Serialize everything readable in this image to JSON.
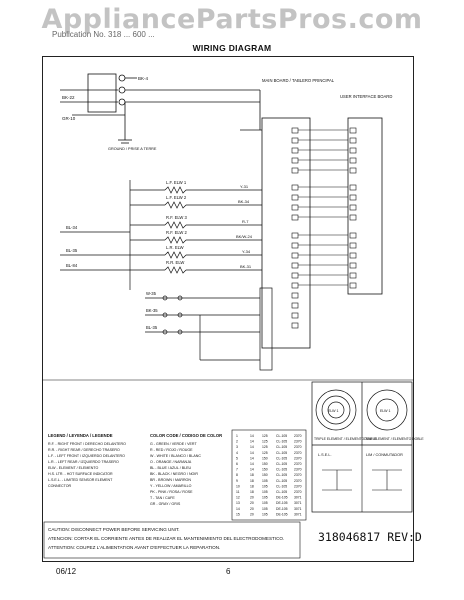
{
  "watermark": "AppliancePartsPros.com",
  "header": {
    "page_caption": "Publication No. 318 ... 600 ..."
  },
  "title": "WIRING DIAGRAM",
  "doc_number": "318046817 REV:D",
  "footer": {
    "date": "06/12",
    "page": "6"
  },
  "supply_labels": [
    "BK-4",
    "BK-22",
    "GR-10"
  ],
  "ground_label": "GROUND / PRISE A TERRE",
  "board_labels": {
    "main_board": "MAIN BOARD / TABLERO PRINCIPAL",
    "ui_board": "USER INTERFACE BOARD"
  },
  "elements": [
    {
      "name": "L.F. ELW 1",
      "wire": "Y-31"
    },
    {
      "name": "L.F. ELW 2",
      "wire": "BK-34"
    },
    {
      "name": "R.F. ELW 2",
      "wire": "BK/W-24"
    },
    {
      "name": "R.F. ELW 3",
      "wire": "R-7"
    },
    {
      "name": "L.R. ELW",
      "wire": "Y-34"
    },
    {
      "name": "R.R. ELW",
      "wire": "BK-31"
    }
  ],
  "left_wires": [
    "BL-34",
    "BL-35",
    "BL-84"
  ],
  "lower_switches": [
    "W-35",
    "BK-35",
    "BL-35"
  ],
  "caution_lines": [
    "CAUTION: DISCONNECT POWER BEFORE SERVICING UNIT.",
    "ATENCION: CORTAR EL CORRIENTE ANTES DE REALIZAR EL MANTENIMIENTO DEL ELECTRODOMESTICO.",
    "ATTENTION: COUPEZ L'ALIMENTATION AVANT D'EFFECTUER LA REPARATION."
  ],
  "legend_title": "LEGEND / LEYENDA / LEGENDE",
  "legend_items": [
    "R.F. - RIGHT FRONT / DERECHO DELANTERO",
    "R.R. - RIGHT REAR / DERECHO TRASERO",
    "L.F. - LEFT FRONT / IZQUIERDO DELANTERO",
    "L.R. - LEFT REAR / IZQUIERDO TRASERO",
    "ELW - ELEMENT / ELEMENTO",
    "H.S. LTR. - HOT SURFACE INDICATOR",
    "L.S.E.L. - LIMITED SENSOR ELEMENT",
    "CONNECTOR"
  ],
  "color_codes_title": "COLOR CODE / CODIGO DE COLOR",
  "color_codes": [
    "G - GREEN / VERDE / VERT",
    "R - RED / ROJO / ROUGE",
    "W - WHITE / BLANCO / BLANC",
    "O - ORANGE / NARANJA",
    "BL - BLUE / AZUL / BLEU",
    "BK - BLACK / NEGRO / NOIR",
    "BR - BROWN / MARRON",
    "Y - YELLOW / AMARILLO",
    "PK - PINK / ROSA / ROSE",
    "T - TAN / CAFE",
    "GR - GRAY / GRIS"
  ],
  "table_rows": [
    [
      "1",
      "14",
      "125",
      "CL-105",
      "2370"
    ],
    [
      "2",
      "14",
      "125",
      "CL-105",
      "2370"
    ],
    [
      "3",
      "14",
      "125",
      "CL-105",
      "2370"
    ],
    [
      "4",
      "14",
      "125",
      "CL-105",
      "2370"
    ],
    [
      "5",
      "14",
      "150",
      "CL-105",
      "2370"
    ],
    [
      "6",
      "14",
      "150",
      "CL-105",
      "2370"
    ],
    [
      "7",
      "14",
      "150",
      "CL-105",
      "2370"
    ],
    [
      "8",
      "18",
      "150",
      "CL-105",
      "2370"
    ],
    [
      "9",
      "18",
      "105",
      "CL-105",
      "2370"
    ],
    [
      "10",
      "18",
      "105",
      "CL-105",
      "2370"
    ],
    [
      "11",
      "18",
      "105",
      "CL-105",
      "2370"
    ],
    [
      "12",
      "20",
      "105",
      "DE-105",
      "3071"
    ],
    [
      "13",
      "20",
      "105",
      "DE-105",
      "3071"
    ],
    [
      "14",
      "20",
      "105",
      "DE-105",
      "3071"
    ],
    [
      "15",
      "20",
      "105",
      "DE-105",
      "3071"
    ]
  ],
  "element_diagrams": [
    {
      "label": "TRIPLE ELEMENT / ELEMENTO TRIPLE",
      "inner": "ELW 1",
      "outer": "ELW 3"
    },
    {
      "label": "DUAL ELEMENT / ELEMENTO DOBLE",
      "inner": "ELW 1",
      "outer": "ELW 2"
    }
  ],
  "lower_box_labels": {
    "left": "L.S.E.L.",
    "right": "LIM / CONMUTADOR"
  }
}
